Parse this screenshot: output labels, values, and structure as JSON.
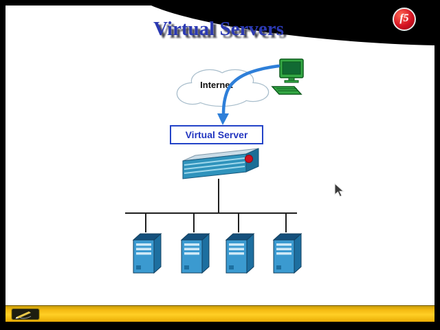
{
  "slide": {
    "title": "Virtual Servers"
  },
  "logo": {
    "text": "f5"
  },
  "diagram": {
    "internet_label": "Internet",
    "virtual_server_label": "Virtual Server",
    "server_count": 4
  },
  "colors": {
    "title_blue": "#2b39b2",
    "box_border_blue": "#2343c8",
    "arrow_blue": "#2e7fd9",
    "server_front_blue": "#3b9ad0",
    "appliance_teal": "#2f93bc",
    "logo_red": "#d51322",
    "toolbar_yellow": "#f4ba12",
    "pc_green": "#35a845"
  }
}
